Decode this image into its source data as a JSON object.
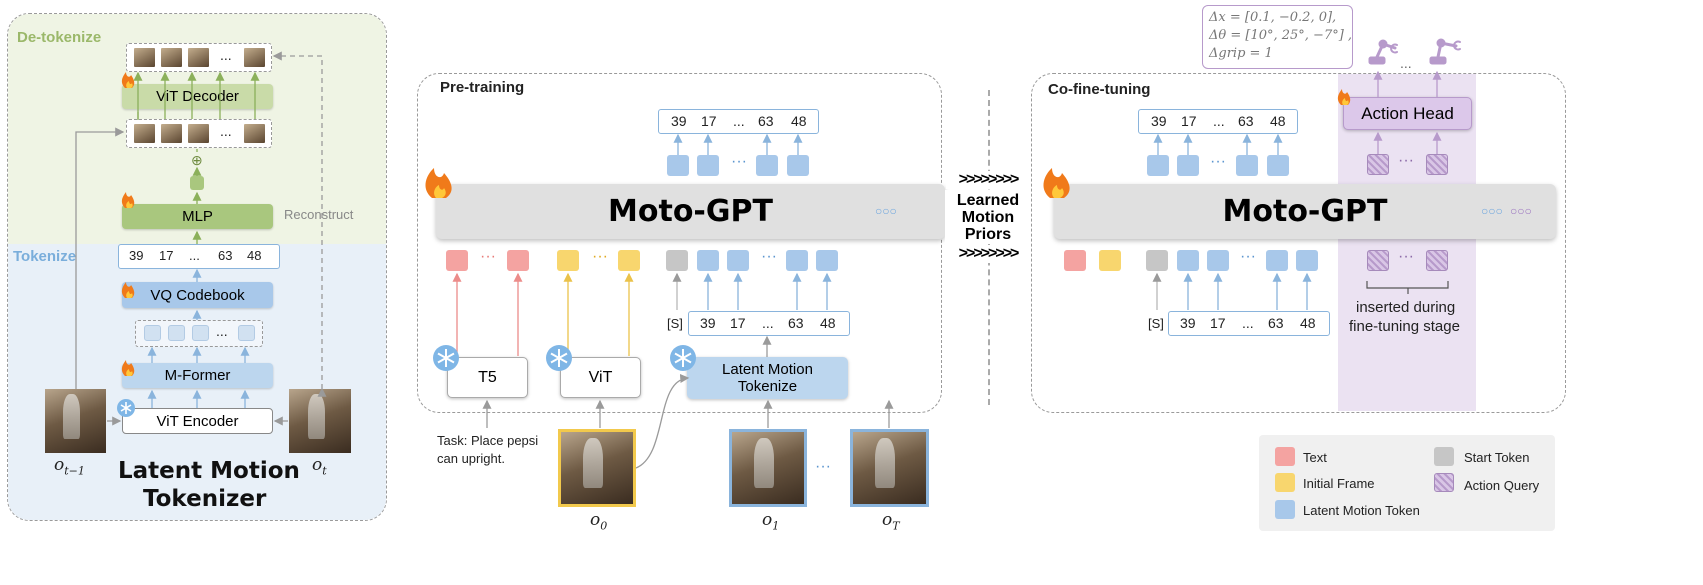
{
  "colors": {
    "text_red": "#f4a3a1",
    "frame_yellow": "#f8d66e",
    "latent_blue": "#a8c8ea",
    "start_gray": "#c6c6c6",
    "query_purple": "#c9b3dd",
    "detok_green": "#c9dba8",
    "tok_blue": "#bcd6ee",
    "detok_bg": "#eff4e4",
    "tok_bg": "#e8f0f8",
    "action_bg": "#ebe2f2"
  },
  "icons": [
    "fire-icon",
    "snowflake-icon",
    "robot-arm-icon"
  ],
  "tokenizer": {
    "detokenize_label": "De-tokenize",
    "tokenize_label": "Tokenize",
    "vit_decoder": "ViT Decoder",
    "mlp": "MLP",
    "reconstruct": "Reconstruct",
    "codes": [
      "39",
      "17",
      "...",
      "63",
      "48"
    ],
    "vq_codebook": "VQ Codebook",
    "mformer": "M-Former",
    "vit_encoder": "ViT Encoder",
    "ellipsis": "...",
    "plus": "⊕",
    "title_line1": "Latent Motion",
    "title_line2": "Tokenizer",
    "obs_prev": "o",
    "obs_prev_sub": "t−1",
    "obs_cur": "o",
    "obs_cur_sub": "t"
  },
  "pretraining": {
    "title": "Pre-training",
    "model": "Moto-GPT",
    "out_codes": [
      "39",
      "17",
      "...",
      "63",
      "48"
    ],
    "in_codes": [
      "39",
      "17",
      "...",
      "63",
      "48"
    ],
    "start_token": "[S]",
    "dots": "···",
    "t5": "T5",
    "vit": "ViT",
    "latent_tokenize_line1": "Latent Motion",
    "latent_tokenize_line2": "Tokenize",
    "task_line1": "Task: Place pepsi",
    "task_line2": "can upright.",
    "obs0": "o",
    "obs0_sub": "0",
    "obs1": "o",
    "obs1_sub": "1",
    "obsT": "o",
    "obsT_sub": "T",
    "circles": "○○○"
  },
  "transfer": {
    "arrows": ">>>>>>>>",
    "line1": "Learned",
    "line2": "Motion",
    "line3": "Priors"
  },
  "cofinetuning": {
    "title": "Co-fine-tuning",
    "model": "Moto-GPT",
    "out_codes": [
      "39",
      "17",
      "...",
      "63",
      "48"
    ],
    "in_codes": [
      "39",
      "17",
      "...",
      "63",
      "48"
    ],
    "start_token": "[S]",
    "dots": "···",
    "action_head": "Action Head",
    "inserted_line1": "inserted during",
    "inserted_line2": "fine-tuning stage",
    "delta_x": "Δx = [0.1, −0.2, 0],",
    "delta_theta": "Δθ = [10°, 25°, −7°] ,",
    "delta_grip": "Δgrip = 1",
    "circles_blue": "○○○",
    "circles_purple": "○○○"
  },
  "legend": {
    "text": "Text",
    "start": "Start Token",
    "initial": "Initial Frame",
    "action_query": "Action Query",
    "latent": "Latent Motion Token"
  }
}
